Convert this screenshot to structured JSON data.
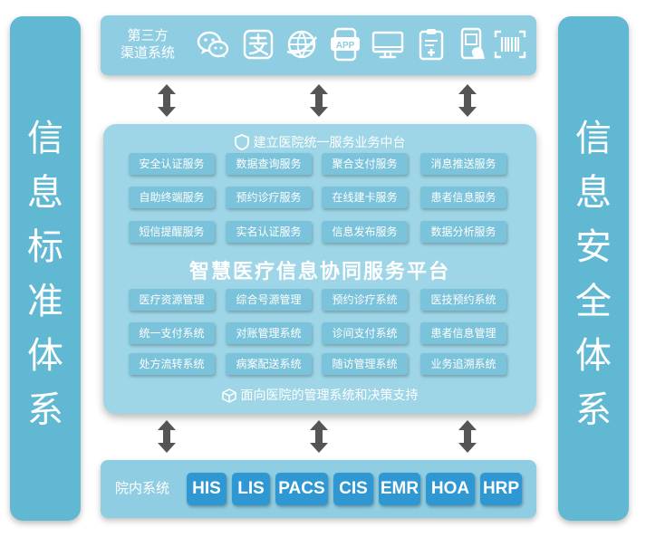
{
  "left_pillar": {
    "chars": [
      "信",
      "息",
      "标",
      "准",
      "体",
      "系"
    ]
  },
  "right_pillar": {
    "chars": [
      "信",
      "息",
      "安",
      "全",
      "体",
      "系"
    ]
  },
  "channels": {
    "label_lines": [
      "第三方",
      "渠道系统"
    ],
    "icons": [
      "wechat-icon",
      "alipay-icon",
      "browser-icon",
      "app-icon",
      "monitor-icon",
      "clipboard-icon",
      "mobile-payment-icon",
      "barcode-icon"
    ],
    "app_icon_text": "APP"
  },
  "platform": {
    "header": "建立医院统一服务业务中台",
    "header_icon": "shield-icon",
    "services": [
      "安全认证服务",
      "数据查询服务",
      "聚合支付服务",
      "消息推送服务",
      "自助终端服务",
      "预约诊疗服务",
      "在线建卡服务",
      "患者信息服务",
      "短信提醒服务",
      "实名认证服务",
      "信息发布服务",
      "数据分析服务"
    ],
    "main_title": "智慧医疗信息协同服务平台",
    "systems": [
      "医疗资源管理",
      "综合号源管理",
      "预约诊疗系统",
      "医技预约系统",
      "统一支付系统",
      "对账管理系统",
      "诊间支付系统",
      "患者信息管理",
      "处方流转系统",
      "病案配送系统",
      "随访管理系统",
      "业务追溯系统"
    ],
    "footer": "面向医院的管理系统和决策支持",
    "footer_icon": "cube-icon"
  },
  "hospital": {
    "label": "院内系统",
    "systems": [
      "HIS",
      "LIS",
      "PACS",
      "CIS",
      "EMR",
      "HOA",
      "HRP"
    ]
  },
  "colors": {
    "pillar": "#61b8d3",
    "bar": "#8fcde2",
    "panel": "#9ed5e7",
    "service_box": "#7ac3db",
    "system_box": "#2f98d3",
    "arrow": "#555555"
  }
}
